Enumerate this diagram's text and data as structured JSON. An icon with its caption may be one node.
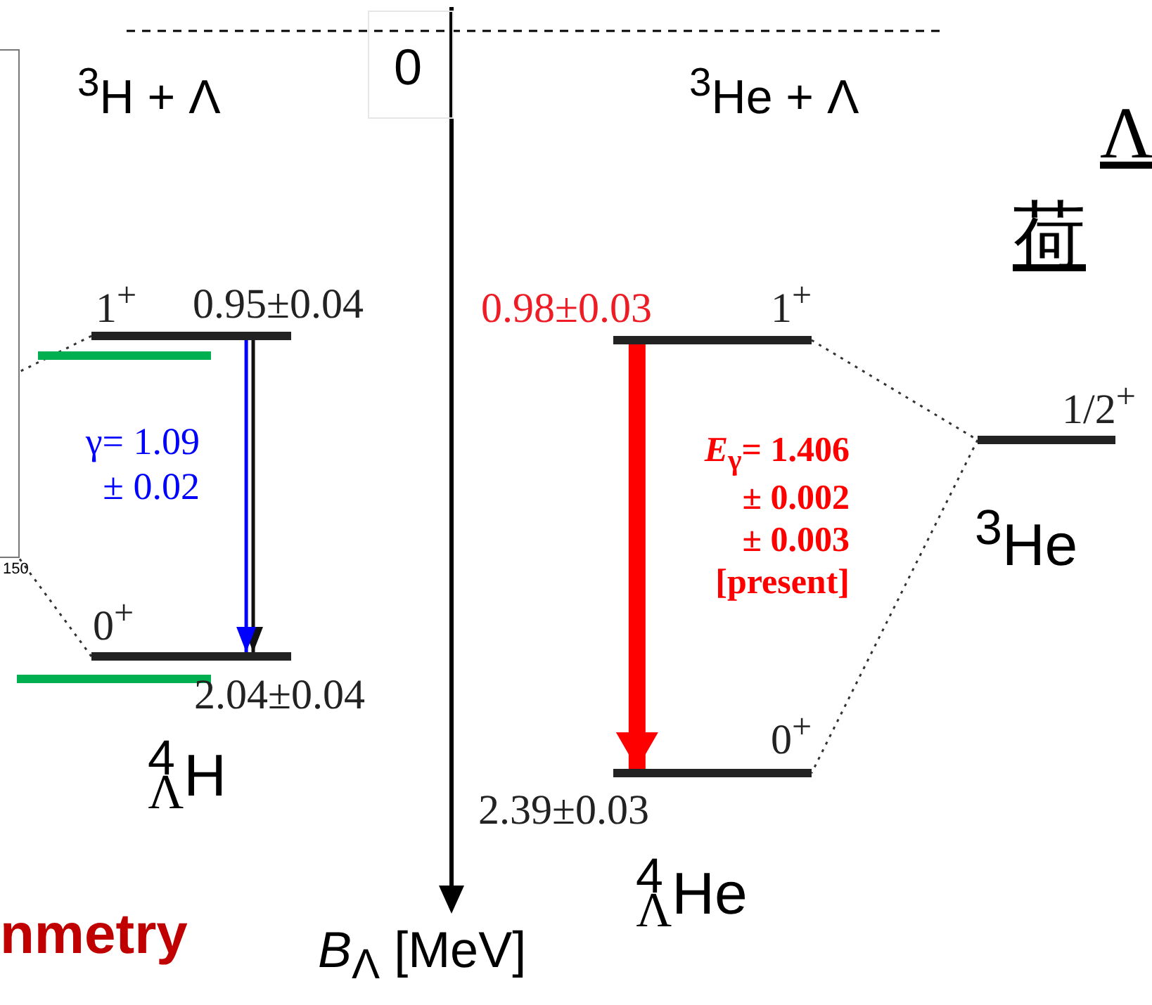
{
  "diagram": {
    "nodes": [
      {
        "text": [],
        "shape": "box"
      },
      {
        "text": [],
        "shape": "bar"
      },
      {
        "text": [],
        "shape": "bar"
      },
      {
        "text": [],
        "shape": "bar",
        "beside": [
          "1$^{+}$",
          "0.95±0.04"
        ]
      },
      {
        "text": [],
        "shape": "bar",
        "beside": [
          "0$^{+}$",
          "2.04±0.04"
        ]
      },
      {
        "text": [],
        "shape": "bar",
        "beside": [
          "0.98±0.03",
          "1$^{+}$"
        ]
      },
      {
        "text": [],
        "shape": "bar",
        "beside": [
          "1/2$^{+}$"
        ]
      },
      {
        "text": [],
        "shape": "bar",
        "beside": [
          "0$^{+}$",
          "2.39±0.03"
        ]
      }
    ],
    "edges": [
      {
        "from": 3,
        "to": 0,
        "arrow": "none",
        "style": "dashed"
      },
      {
        "from": 4,
        "to": 0,
        "arrow": "none",
        "style": "dashed"
      },
      {
        "from": 3,
        "to": 4,
        "arrow": "to"
      },
      {
        "from": 3,
        "to": 4,
        "arrow": "to",
        "color": "#0000ff",
        "label": "γ= 1.09 ± 0.02"
      },
      {
        "from": 5,
        "to": 7,
        "arrow": "to",
        "style": "thick",
        "color": "#ff0000",
        "label": "*E*$_{γ}$= 1.406 ± 0.002 ± 0.003 [present]"
      },
      {
        "from": 5,
        "to": 6,
        "arrow": "none",
        "style": "dashed"
      },
      {
        "from": 6,
        "to": 7,
        "arrow": "none",
        "style": "dashed"
      }
    ],
    "labels": [
      "$^{3}$H + Λ",
      "0",
      "$^{3}$He + Λ",
      "Λ",
      "荷",
      "150",
      "$^{4}$$_{Λ}$H",
      "$^{3}$He",
      "nmetry",
      "*B*$_{Λ}$ [MeV]",
      "$^{4}$$_{Λ}$He"
    ]
  }
}
